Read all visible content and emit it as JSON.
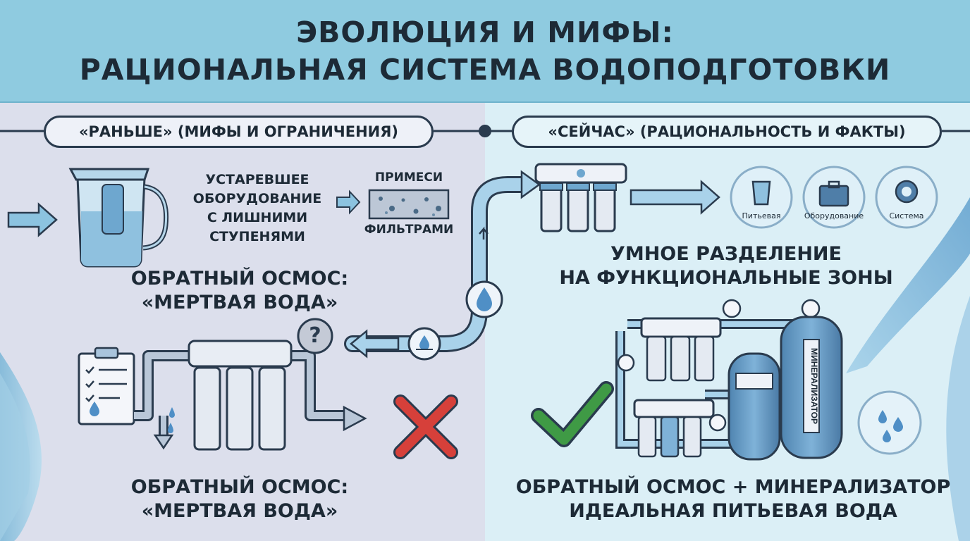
{
  "header": {
    "title_line1": "ЭВОЛЮЦИЯ И МИФЫ:",
    "title_line2": "РАЦИОНАЛЬНАЯ СИСТЕМА ВОДОПОДГОТОВКИ"
  },
  "left": {
    "heading": "«РАНЬШЕ» (МИФЫ И ОГРАНИЧЕНИЯ)",
    "outdated": [
      "УСТАРЕВШЕЕ",
      "ОБОРУДОВАНИЕ",
      "С ЛИШНИМИ",
      "СТУПЕНЯМИ"
    ],
    "impurities_top": "ПРИМЕСИ",
    "impurities_bottom": "ФИЛЬТРАМИ",
    "myth1_line1": "ОБРАТНЫЙ ОСМОС:",
    "myth1_line2": "«МЕРТВАЯ ВОДА»",
    "question_mark": "?",
    "myth2_line1": "ОБРАТНЫЙ ОСМОС:",
    "myth2_line2": "«МЕРТВАЯ ВОДА»"
  },
  "right": {
    "heading": "«СЕЙЧАС» (РАЦИОНАЛЬНОСТЬ И ФАКТЫ)",
    "zones": [
      {
        "label": "Питьевая",
        "icon": "glass-icon"
      },
      {
        "label": "Оборудование",
        "icon": "briefcase-icon"
      },
      {
        "label": "Система",
        "icon": "gear-power-icon"
      }
    ],
    "smart_line1": "УМНОЕ РАЗДЕЛЕНИЕ",
    "smart_line2": "НА ФУНКЦИОНАЛЬНЫЕ ЗОНЫ",
    "mineralizer_tank_label": "МИНЕРАЛИЗАТОР",
    "result_line1": "ОБРАТНЫЙ ОСМОС + МИНЕРАЛИЗАТОР",
    "result_line2": "ИДЕАЛЬНАЯ ПИТЬЕВАЯ ВОДА"
  },
  "colors": {
    "header_bg": "#8fcbe0",
    "left_bg": "#dcdfec",
    "right_bg": "#dbeff6",
    "accent_blue": "#5b9cc8",
    "cross_red": "#d6403a",
    "check_green": "#3f9a45",
    "text_dark": "#1d2a36"
  }
}
